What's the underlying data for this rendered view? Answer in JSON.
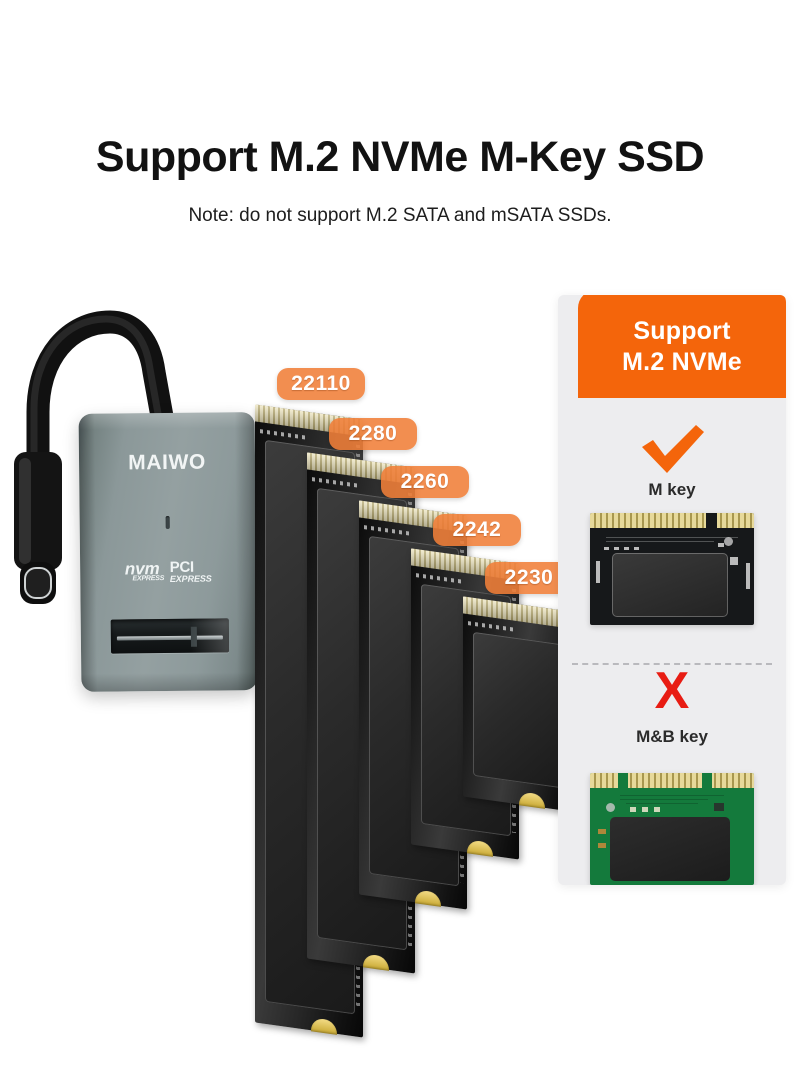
{
  "headline": "Support M.2 NVMe M-Key SSD",
  "note": "Note: do not support M.2 SATA and mSATA SSDs.",
  "adapter": {
    "brand": "MAIWO",
    "nvme_logo": "nvm",
    "nvme_logo_sub": "EXPRESS",
    "pcie_logo": "PCI",
    "pcie_logo_sub": "EXPRESS",
    "slot_name": "m2-slot",
    "connector": "USB-C"
  },
  "ssd_sizes": [
    {
      "label": "22110"
    },
    {
      "label": "2280"
    },
    {
      "label": "2260"
    },
    {
      "label": "2242"
    },
    {
      "label": "2230"
    }
  ],
  "panel": {
    "header_line1": "Support",
    "header_line2": "M.2 NVMe",
    "supported": {
      "mark": "check",
      "label": "M key"
    },
    "unsupported": {
      "mark": "X",
      "label": "M&B key"
    }
  },
  "colors": {
    "accent_orange": "#f4650b",
    "badge_orange": "#f07e38",
    "reject_red": "#e81c13",
    "panel_bg": "#ededef",
    "adapter_body": "#8b9899",
    "text_dark": "#121212"
  }
}
